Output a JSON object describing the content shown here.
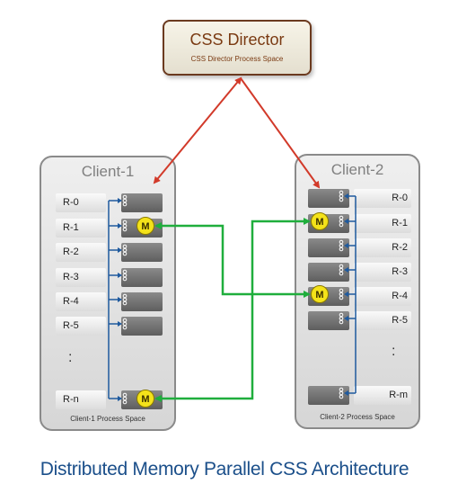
{
  "director": {
    "title": "CSS Director",
    "subtitle": "CSS Director Process Space"
  },
  "client1": {
    "title": "Client-1",
    "footer": "Client-1  Process  Space",
    "rows": [
      "R-0",
      "R-1",
      "R-2",
      "R-3",
      "R-4",
      "R-5"
    ],
    "last_row": "R-n",
    "ellipsis": ":"
  },
  "client2": {
    "title": "Client-2",
    "footer": "Client-2  Process  Space",
    "rows": [
      "R-0",
      "R-1",
      "R-2",
      "R-3",
      "R-4",
      "R-5"
    ],
    "last_row": "R-m",
    "ellipsis": ":"
  },
  "master_marker": "M",
  "caption": "Distributed Memory Parallel CSS Architecture",
  "colors": {
    "director_link": "#d23a2a",
    "memory_link": "#1fae3c",
    "bus": "#1f5a9e",
    "marker": "#f4e21a"
  }
}
